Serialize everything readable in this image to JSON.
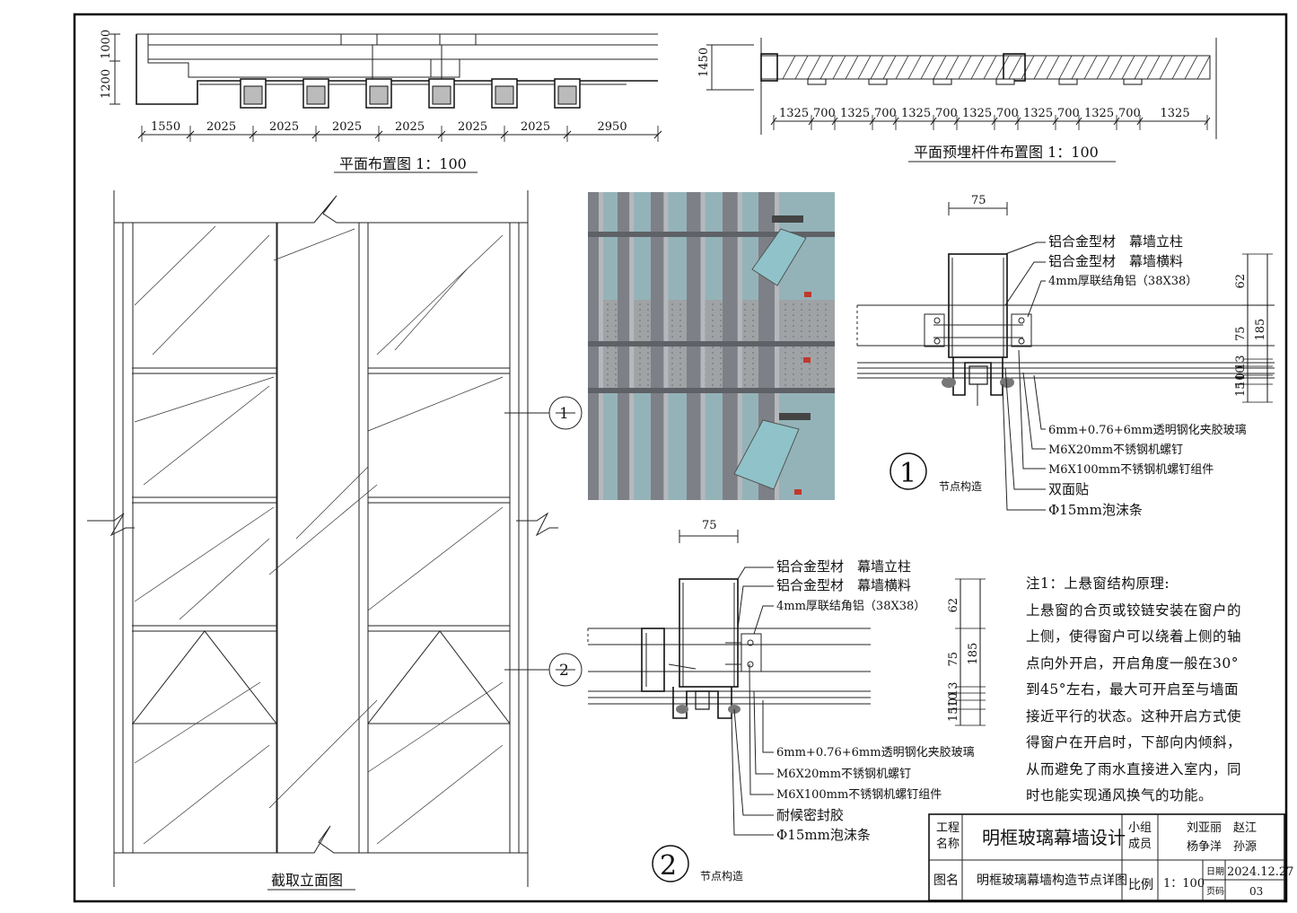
{
  "plan": {
    "dims_top": [
      "1550",
      "2025",
      "2025",
      "2025",
      "2025",
      "2025",
      "2025",
      "2950"
    ],
    "dims_left": [
      "1200",
      "1000"
    ],
    "title": "平面布置图 1：100"
  },
  "embed_plan": {
    "dims": [
      "1325",
      "700",
      "1325",
      "700",
      "1325",
      "700",
      "1325",
      "700",
      "1325",
      "700",
      "1325",
      "700",
      "1325"
    ],
    "dim_left": "1450",
    "title": "平面预埋杆件布置图 1：100"
  },
  "elevation": {
    "title": "截取立面图",
    "marker1": "1",
    "marker2": "2"
  },
  "node1": {
    "dim_top": "75",
    "dims_right": [
      "62",
      "75",
      "185",
      "13",
      "10",
      "10",
      "15"
    ],
    "labels_top": [
      "铝合金型材　幕墙立柱",
      "铝合金型材　幕墙横料",
      "4mm厚联结角铝（38X38）"
    ],
    "labels_bottom": [
      "6mm+0.76+6mm透明钢化夹胶玻璃",
      "M6X20mm不锈钢机螺钉",
      "M6X100mm不锈钢机螺钉组件",
      "双面贴",
      "Φ15mm泡沫条"
    ],
    "number": "1",
    "caption": "节点构造"
  },
  "node2": {
    "dim_top": "75",
    "dims_right": [
      "62",
      "75",
      "185",
      "13",
      "10",
      "10",
      "15"
    ],
    "labels_top": [
      "铝合金型材　幕墙立柱",
      "铝合金型材　幕墙横料",
      "4mm厚联结角铝（38X38）"
    ],
    "labels_bottom": [
      "6mm+0.76+6mm透明钢化夹胶玻璃",
      "M6X20mm不锈钢机螺钉",
      "M6X100mm不锈钢机螺钉组件",
      "耐候密封胶",
      "Φ15mm泡沫条"
    ],
    "number": "2",
    "caption": "节点构造"
  },
  "note": {
    "lines": [
      "注1：上悬窗结构原理:",
      "上悬窗的合页或铰链安装在窗户的",
      "上侧，使得窗户可以绕着上侧的轴",
      "点向外开启，开启角度一般在30°",
      "到45°左右，最大可开启至与墙面",
      "接近平行的状态。这种开启方式使",
      "得窗户在开启时，下部向内倾斜，",
      "从而避免了雨水直接进入室内，同",
      "时也能实现通风换气的功能。"
    ]
  },
  "title_block": {
    "project_label": "工程\n名称",
    "project_label_1": "工程",
    "project_label_2": "名称",
    "project_name": "明框玻璃幕墙设计",
    "group_label_1": "小组",
    "group_label_2": "成员",
    "members_1": "刘亚丽　赵江",
    "members_2": "杨争洋　孙源",
    "drawing_label": "图名",
    "drawing_name": "明框玻璃幕墙构造节点详图",
    "scale_label": "比例",
    "scale": "1：100",
    "date_label": "日期",
    "date": "2024.12.27",
    "page_label": "页码",
    "page": "03"
  },
  "colors": {
    "line": "#111111",
    "glass": "#8fc3c9",
    "frame_gray": "#8d8f93",
    "stone": "#a6a6a6",
    "accent_red": "#c0392b"
  }
}
